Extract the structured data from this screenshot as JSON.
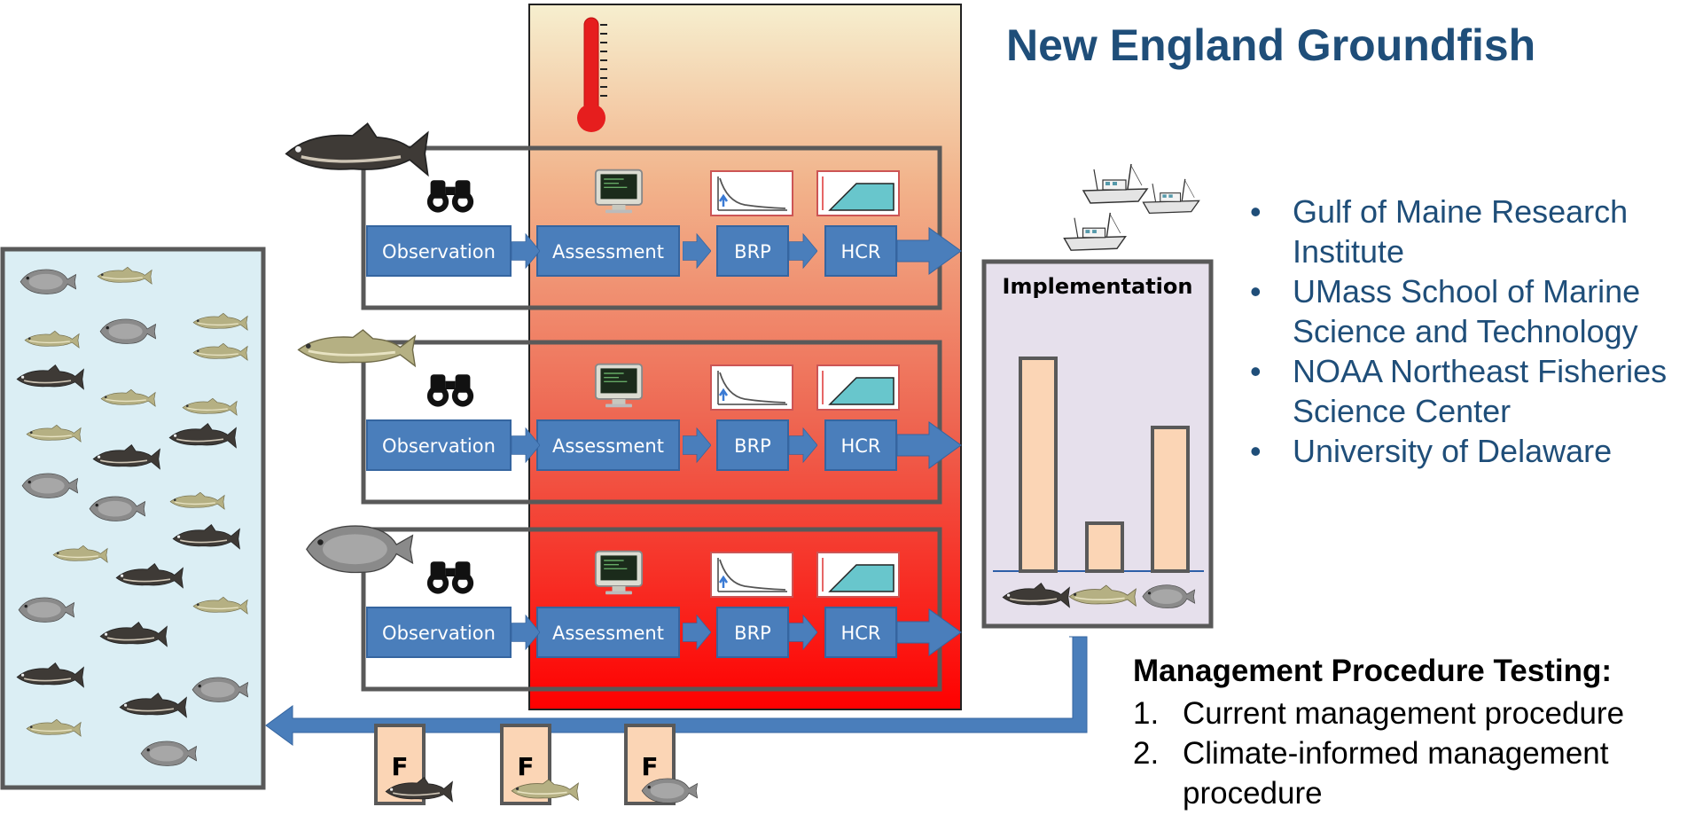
{
  "title": "New England Groundfish",
  "rows": [
    {
      "fish": "haddock-icon",
      "observation": "Observation",
      "assessment": "Assessment",
      "brp": "BRP",
      "hcr": "HCR"
    },
    {
      "fish": "cod-icon",
      "observation": "Observation",
      "assessment": "Assessment",
      "brp": "BRP",
      "hcr": "HCR"
    },
    {
      "fish": "flounder-icon",
      "observation": "Observation",
      "assessment": "Assessment",
      "brp": "BRP",
      "hcr": "HCR"
    }
  ],
  "implementation": {
    "label": "Implementation",
    "bars": [
      {
        "fish": "haddock-icon",
        "value": 0.8
      },
      {
        "fish": "cod-icon",
        "value": 0.18
      },
      {
        "fish": "flounder-icon",
        "value": 0.54
      }
    ]
  },
  "fishing_boxes": [
    {
      "label": "F",
      "fish": "haddock-icon"
    },
    {
      "label": "F",
      "fish": "cod-icon"
    },
    {
      "label": "F",
      "fish": "flounder-icon"
    }
  ],
  "institutions": [
    "Gulf of Maine Research Institute",
    "UMass School of Marine Science and Technology",
    "NOAA Northeast Fisheries Science Center",
    "University of Delaware"
  ],
  "management_testing": {
    "title": "Management Procedure Testing:",
    "items": [
      {
        "num": "1.",
        "text": "Current management procedure"
      },
      {
        "num": "2.",
        "text": "Climate-informed management procedure"
      }
    ]
  },
  "colors": {
    "title": "#1f4e79",
    "process_box": "#4a7ebb",
    "frame": "#595959",
    "ocean": "#dbeef4",
    "bar_fill": "#fbd5b5",
    "implementation_bg": "#e6e0ec",
    "gradient_top": "#f5eed0",
    "gradient_bottom": "#ff0000"
  }
}
